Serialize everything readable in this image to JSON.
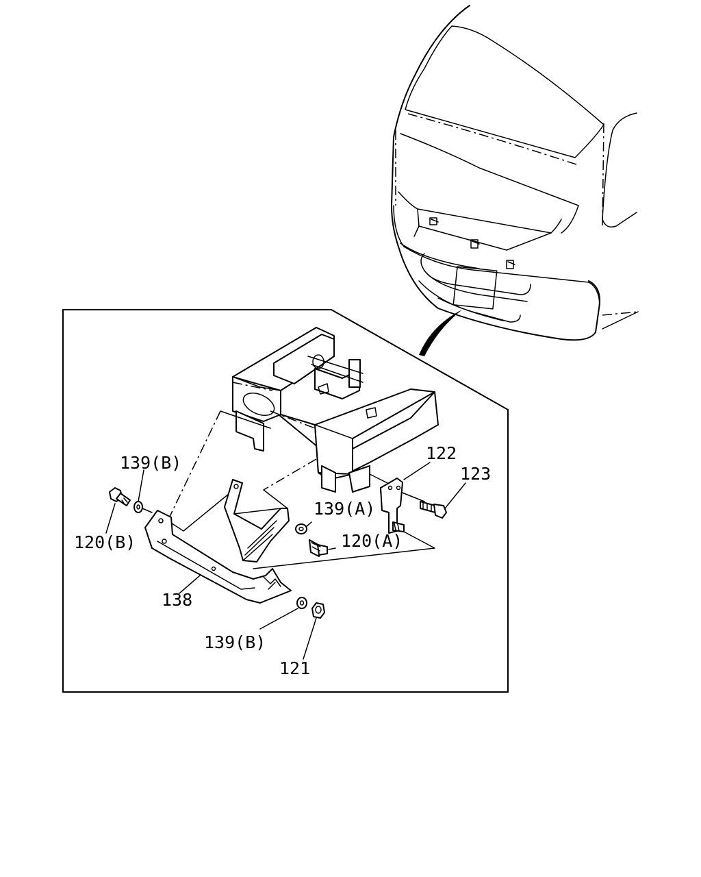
{
  "callouts": {
    "p139b_top": "139(B)",
    "p120b": "120(B)",
    "p139a": "139(A)",
    "p120a": "120(A)",
    "p122": "122",
    "p123": "123",
    "p138": "138",
    "p139b_bottom": "139(B)",
    "p121": "121"
  },
  "colors": {
    "line": "#000000",
    "background": "#ffffff"
  }
}
